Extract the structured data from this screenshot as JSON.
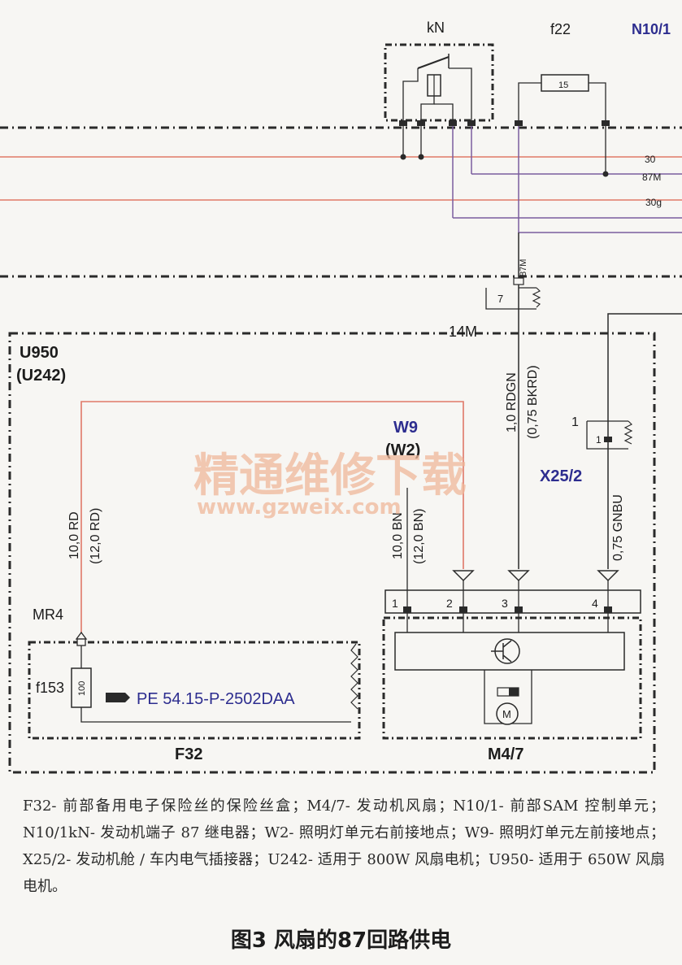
{
  "diagram": {
    "top_labels": {
      "relay": "kN",
      "fuse_top": "f22",
      "sam_unit": "N10/1"
    },
    "fuse_top_rating": "15",
    "bus_labels": {
      "b30": "30",
      "b87m": "87M",
      "b30g": "30g"
    },
    "pin_87m": "87M",
    "connector_14m": {
      "name": "14M",
      "pin": "7"
    },
    "module": {
      "name": "U950",
      "alt": "(U242)"
    },
    "wires": {
      "red_size": "10,0 RD",
      "red_size_alt": "(12,0 RD)",
      "brown_size": "10,0 BN",
      "brown_size_alt": "(12,0 BN)",
      "rdgn_size": "1,0 RDGN",
      "rdgn_alt": "(0,75 BKRD)",
      "gnbu_size": "0,75 GNBU"
    },
    "ground": {
      "name": "W9",
      "alt": "(W2)"
    },
    "connector_x25": {
      "name": "X25/2",
      "pin_outer": "1",
      "pin_inner": "1"
    },
    "fan_pins": [
      "1",
      "2",
      "3",
      "4"
    ],
    "mr4": "MR4",
    "fuse_f153": {
      "name": "f153",
      "rating": "100"
    },
    "reference": "PE 54.15-P-2502DAA",
    "box_labels": {
      "fuse_box": "F32",
      "fan": "M4/7"
    },
    "motor_symbol": "M",
    "watermark": {
      "line1": "精通维修下载",
      "line2": "www.gzweix.com"
    }
  },
  "caption": {
    "text": "F32- 前部备用电子保险丝的保险丝盒；M4/7- 发动机风扇；N10/1- 前部SAM 控制单元；N10/1kN- 发动机端子 87 继电器；W2- 照明灯单元右前接地点；W9- 照明灯单元左前接地点；X25/2- 发动机舱 / 车内电气插接器；U242- 适用于 800W 风扇电机；U950- 适用于 650W 风扇电机。"
  },
  "figure_title": "图3 风扇的87回路供电",
  "colors": {
    "red_wire": "#e07868",
    "purple_wire": "#7a5d9e",
    "line": "#2a2a2a",
    "blue_label": "#2d2d8f"
  }
}
